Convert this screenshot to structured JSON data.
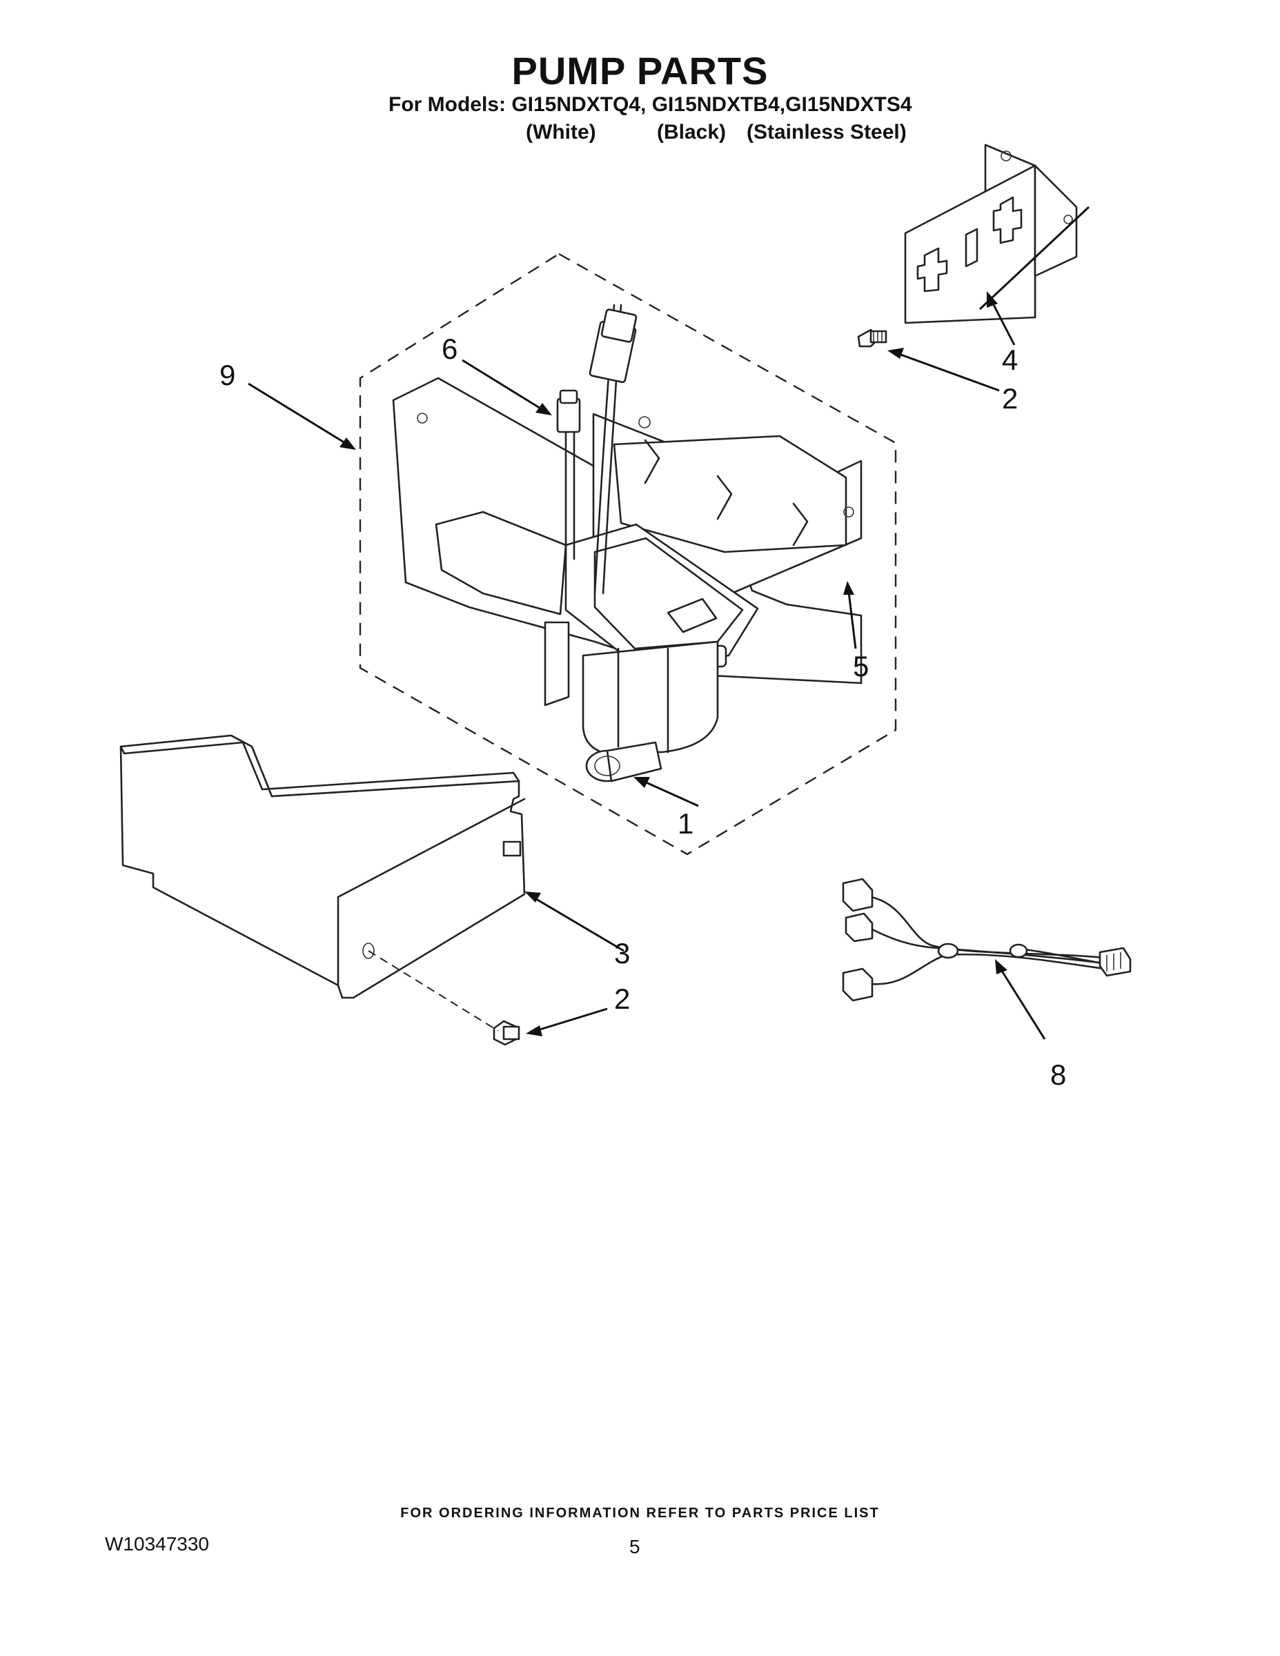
{
  "header": {
    "title": "PUMP PARTS",
    "models_line": "For Models: GI15NDXTQ4, GI15NDXTB4,GI15NDXTS4",
    "variants": [
      "(White)",
      "(Black)",
      "(Stainless Steel)"
    ]
  },
  "callouts": {
    "c1": "1",
    "c2a": "2",
    "c2b": "2",
    "c3": "3",
    "c4": "4",
    "c5": "5",
    "c6": "6",
    "c8": "8",
    "c9": "9"
  },
  "footer": {
    "ordering_note": "FOR ORDERING INFORMATION REFER TO PARTS PRICE LIST",
    "doc_number": "W10347330",
    "page_number": "5"
  }
}
